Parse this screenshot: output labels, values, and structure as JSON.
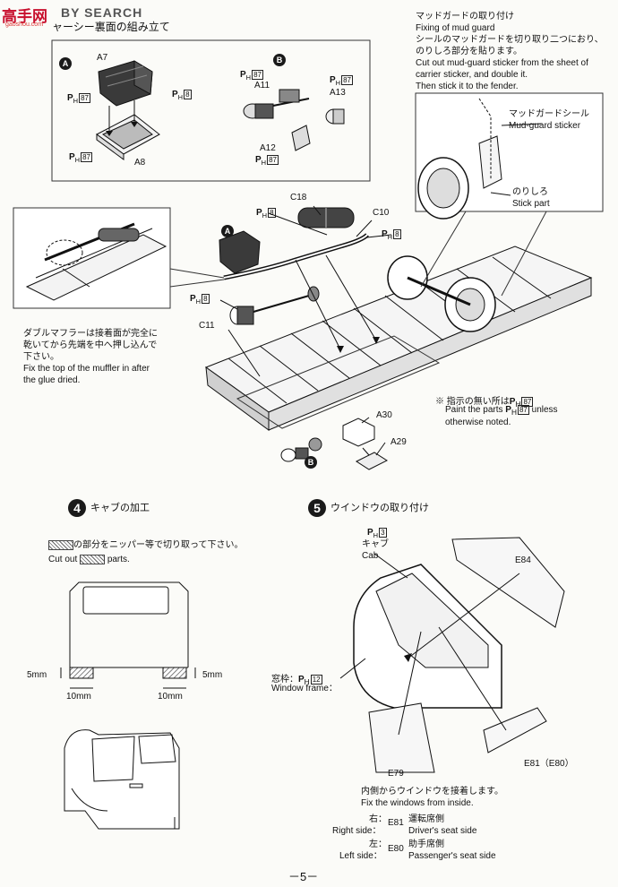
{
  "watermark": {
    "text": "高手网",
    "sub": "gaoshou.com"
  },
  "header": {
    "brand": "BY SEARCH",
    "step3_title": "ャーシー裏面の組み立て"
  },
  "mudguard": {
    "jp1": "マッドガードの取り付け",
    "en1": "Fixing of mud guard",
    "jp2": "シールのマッドガードを切り取り二つにおり、",
    "jp3": "のりしろ部分を貼ります。",
    "en2": "Cut out mud-guard sticker from the sheet of",
    "en3": "carrier sticker, and double it.",
    "en4": "Then stick it to the fender.",
    "sticker_jp": "マッドガードシール",
    "sticker_en": "Mud-guard sticker",
    "stick_jp": "のりしろ",
    "stick_en": "Stick part"
  },
  "subassembly": {
    "a_label": "A",
    "b_label": "B",
    "parts": {
      "a7": "A7",
      "a8": "A8",
      "a11": "A11",
      "a12": "A12",
      "a13": "A13"
    },
    "paint_87": "87",
    "paint_8": "8",
    "paint_3": "3",
    "paint_12": "12",
    "ph": "P",
    "ph_sub": "H"
  },
  "main": {
    "parts": {
      "c18": "C18",
      "c10": "C10",
      "c11": "C11",
      "a30": "A30",
      "a29": "A29"
    },
    "muffler_jp1": "ダブルマフラーは接着面が完全に",
    "muffler_jp2": "乾いてから先端を中へ押し込んで",
    "muffler_jp3": "下さい。",
    "muffler_en1": "Fix the top of the muffler in after",
    "muffler_en2": "the glue dried.",
    "note_jp_prefix": "※ 指示の無い所は",
    "note_en1_a": "Paint the parts",
    "note_en1_b": "unless",
    "note_en2": "otherwise noted."
  },
  "step4": {
    "num": "4",
    "title": "キャブの加工",
    "cut_jp": "の部分をニッパー等で切り取って下さい。",
    "cut_en_a": "Cut out",
    "cut_en_b": "parts.",
    "dim_5a": "5mm",
    "dim_5b": "5mm",
    "dim_10a": "10mm",
    "dim_10b": "10mm"
  },
  "step5": {
    "num": "5",
    "title": "ウインドウの取り付け",
    "cab_jp": "キャブ",
    "cab_en": "Cab",
    "e84": "E84",
    "e79": "E79",
    "e81": "E81（E80）",
    "frame_jp": "窓枠：",
    "frame_en": "Window frame：",
    "fix_jp": "内側からウインドウを接着します。",
    "fix_en": "Fix the windows from inside.",
    "right_jp": "右：",
    "right_en": "Right side：",
    "right_part": "E81",
    "right_desc_jp": "運転席側",
    "right_desc_en": "Driver's seat side",
    "left_jp": "左：",
    "left_en": "Left side：",
    "left_part": "E80",
    "left_desc_jp": "助手席側",
    "left_desc_en": "Passenger's seat side"
  },
  "footer": {
    "page": "－5－"
  }
}
